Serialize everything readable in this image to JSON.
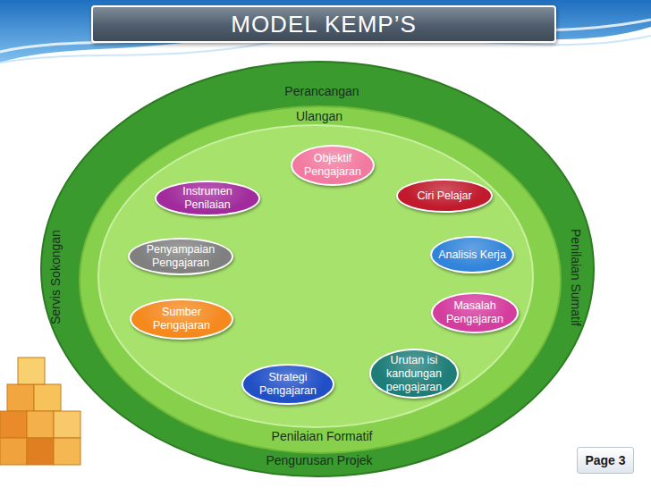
{
  "diagram": {
    "title": "MODEL KEMP’S",
    "nodes": [
      {
        "text": [
          "Perancangan",
          "Servis Sokongan",
          "Penilaian Sumatif",
          "Pengurusan Projek"
        ]
      },
      {
        "text": [
          "Ulangan",
          "Penilaian Formatif"
        ],
        "in": 0
      },
      {
        "text": [
          "Objektif Pengajaran"
        ],
        "in": 1
      },
      {
        "text": [
          "Ciri Pelajar"
        ],
        "in": 1
      },
      {
        "text": [
          "Analisis Kerja"
        ],
        "in": 1
      },
      {
        "text": [
          "Masalah Pengajaran"
        ],
        "in": 1
      },
      {
        "text": [
          "Urutan isi kandungan pengajaran"
        ],
        "in": 1
      },
      {
        "text": [
          "Strategi Pengajaran"
        ],
        "in": 1
      },
      {
        "text": [
          "Sumber Pengajaran"
        ],
        "in": 1
      },
      {
        "text": [
          "Penyampaian Pengajaran"
        ],
        "in": 1
      },
      {
        "text": [
          "Instrumen Penilaian"
        ],
        "in": 1
      },
      {
        "text": [
          "Page 3"
        ]
      }
    ]
  }
}
